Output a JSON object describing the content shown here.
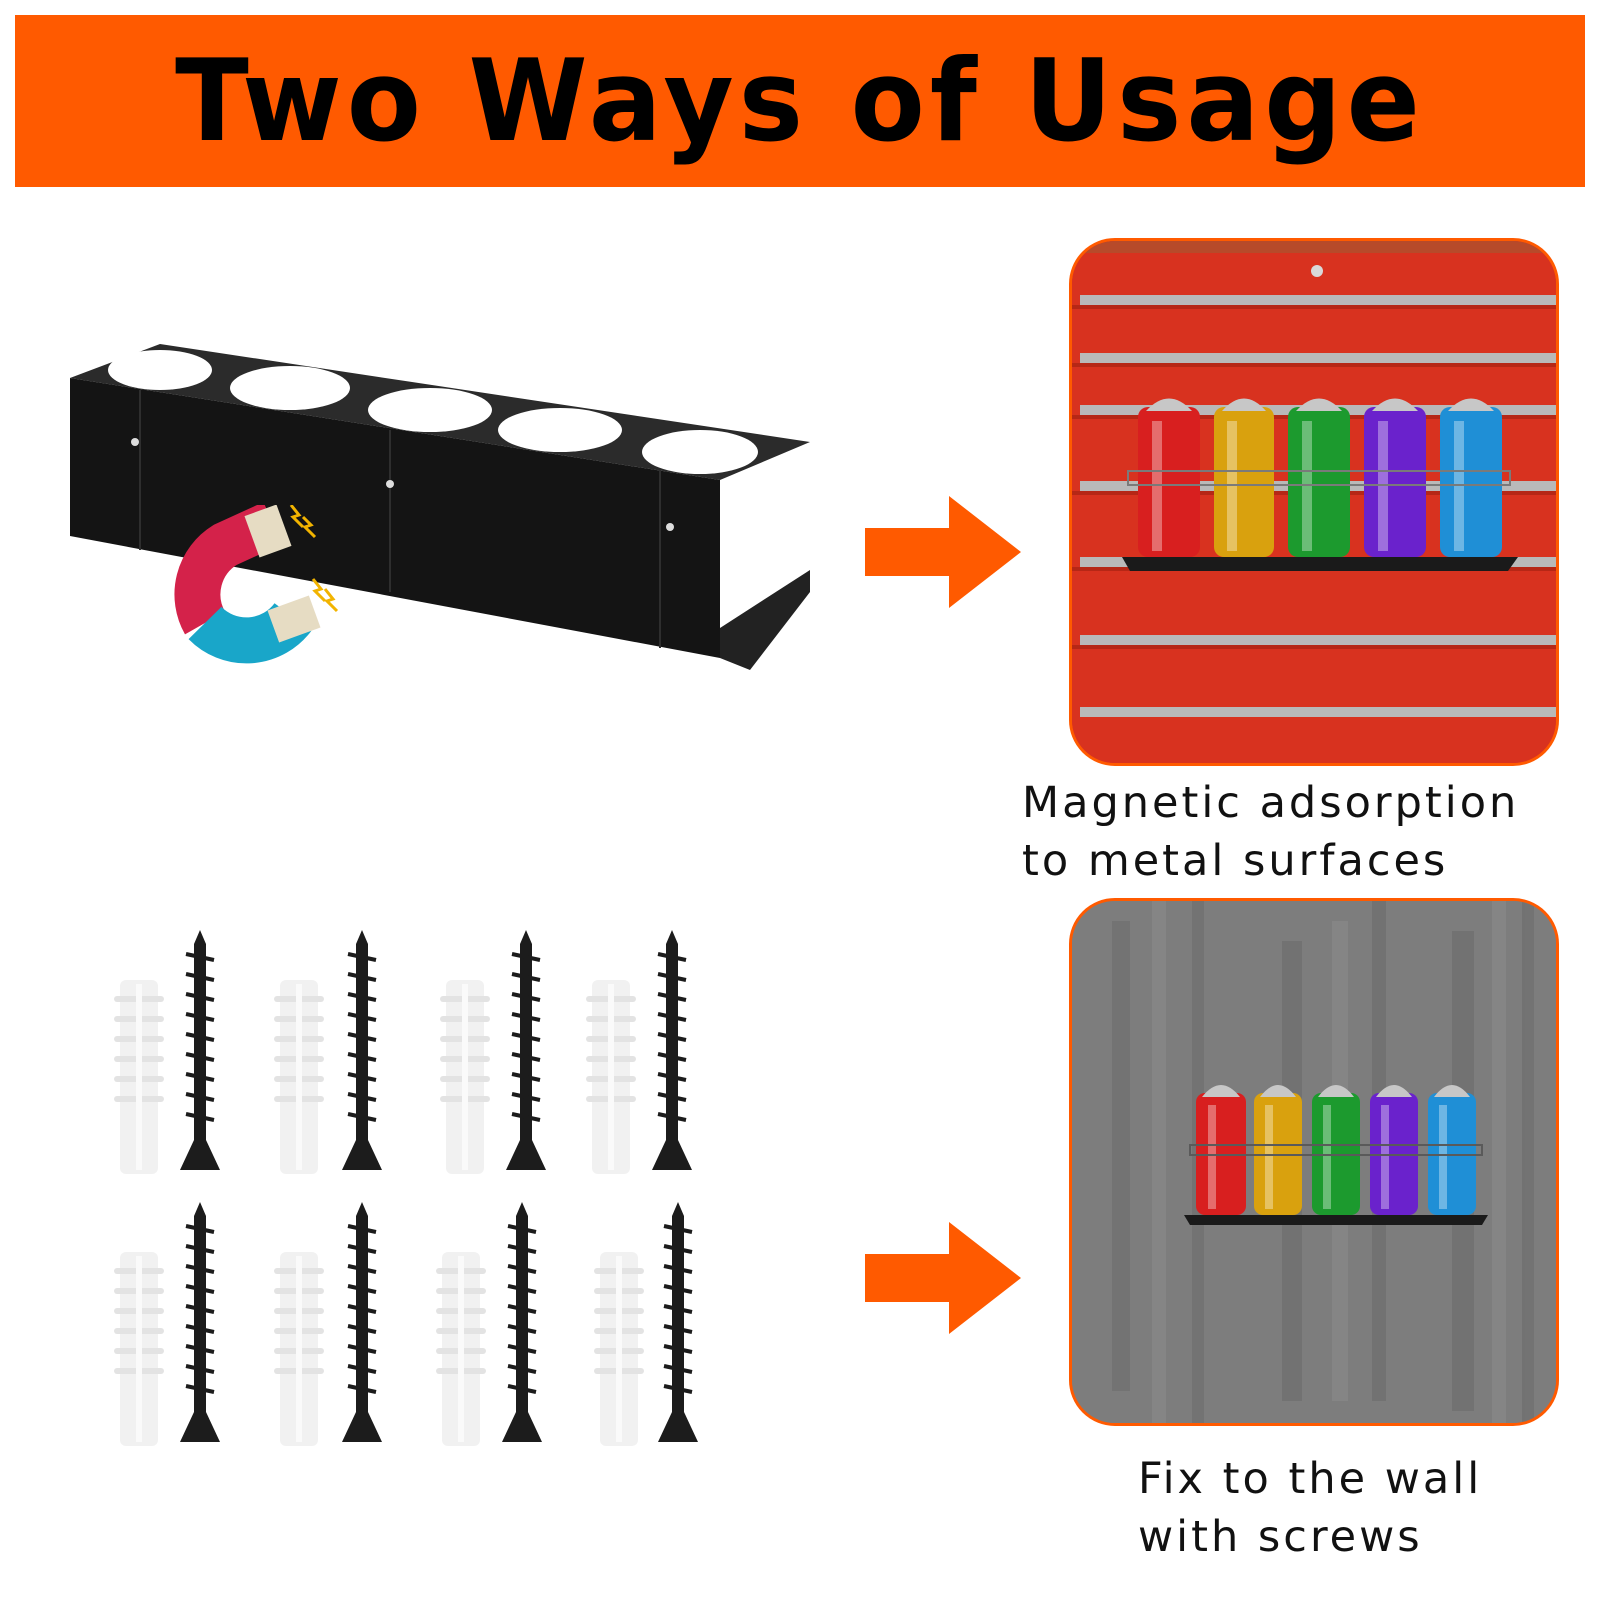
{
  "header": {
    "title": "Two Ways of Usage"
  },
  "magnetic": {
    "caption_line1": "Magnetic adsorption",
    "caption_line2": "to metal surfaces"
  },
  "wall": {
    "caption_line1": "Fix to the wall",
    "caption_line2": "with screws"
  },
  "colors": {
    "accent": "#ff5a00",
    "rack": "#1a1a1a",
    "toolbox_red": "#d8321f",
    "wall_gray": "#7d7d7d",
    "can_colors": [
      "#d81f1f",
      "#d9a10e",
      "#1c9a2e",
      "#6a22cc",
      "#1f8fd6"
    ]
  },
  "icons": [
    "magnet-icon",
    "arrow-right-icon",
    "screw-icon",
    "wall-anchor-icon"
  ]
}
